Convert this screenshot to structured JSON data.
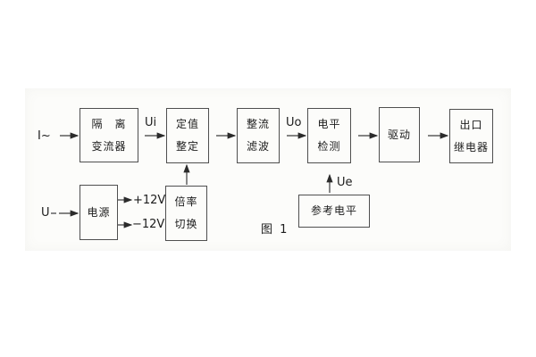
{
  "caption": "图 1",
  "inputs": {
    "current": "I~",
    "voltage": "U"
  },
  "signals": {
    "ui": "Ui",
    "uo": "Uo",
    "ue": "Ue"
  },
  "power": {
    "pos": "+12V",
    "neg": "−12V"
  },
  "blocks": {
    "isolation": {
      "line1": "隔　离",
      "line2": "变流器"
    },
    "setting": {
      "line1": "定值",
      "line2": "整定"
    },
    "rectify": {
      "line1": "整流",
      "line2": "滤波"
    },
    "level": {
      "line1": "电平",
      "line2": "检测"
    },
    "drive": {
      "line1": "驱动"
    },
    "relay": {
      "line1": "出口",
      "line2": "继电器"
    },
    "supply": {
      "line1": "电源"
    },
    "ratio": {
      "line1": "倍率",
      "line2": "切换"
    },
    "reference": {
      "line1": "参考电平"
    }
  }
}
